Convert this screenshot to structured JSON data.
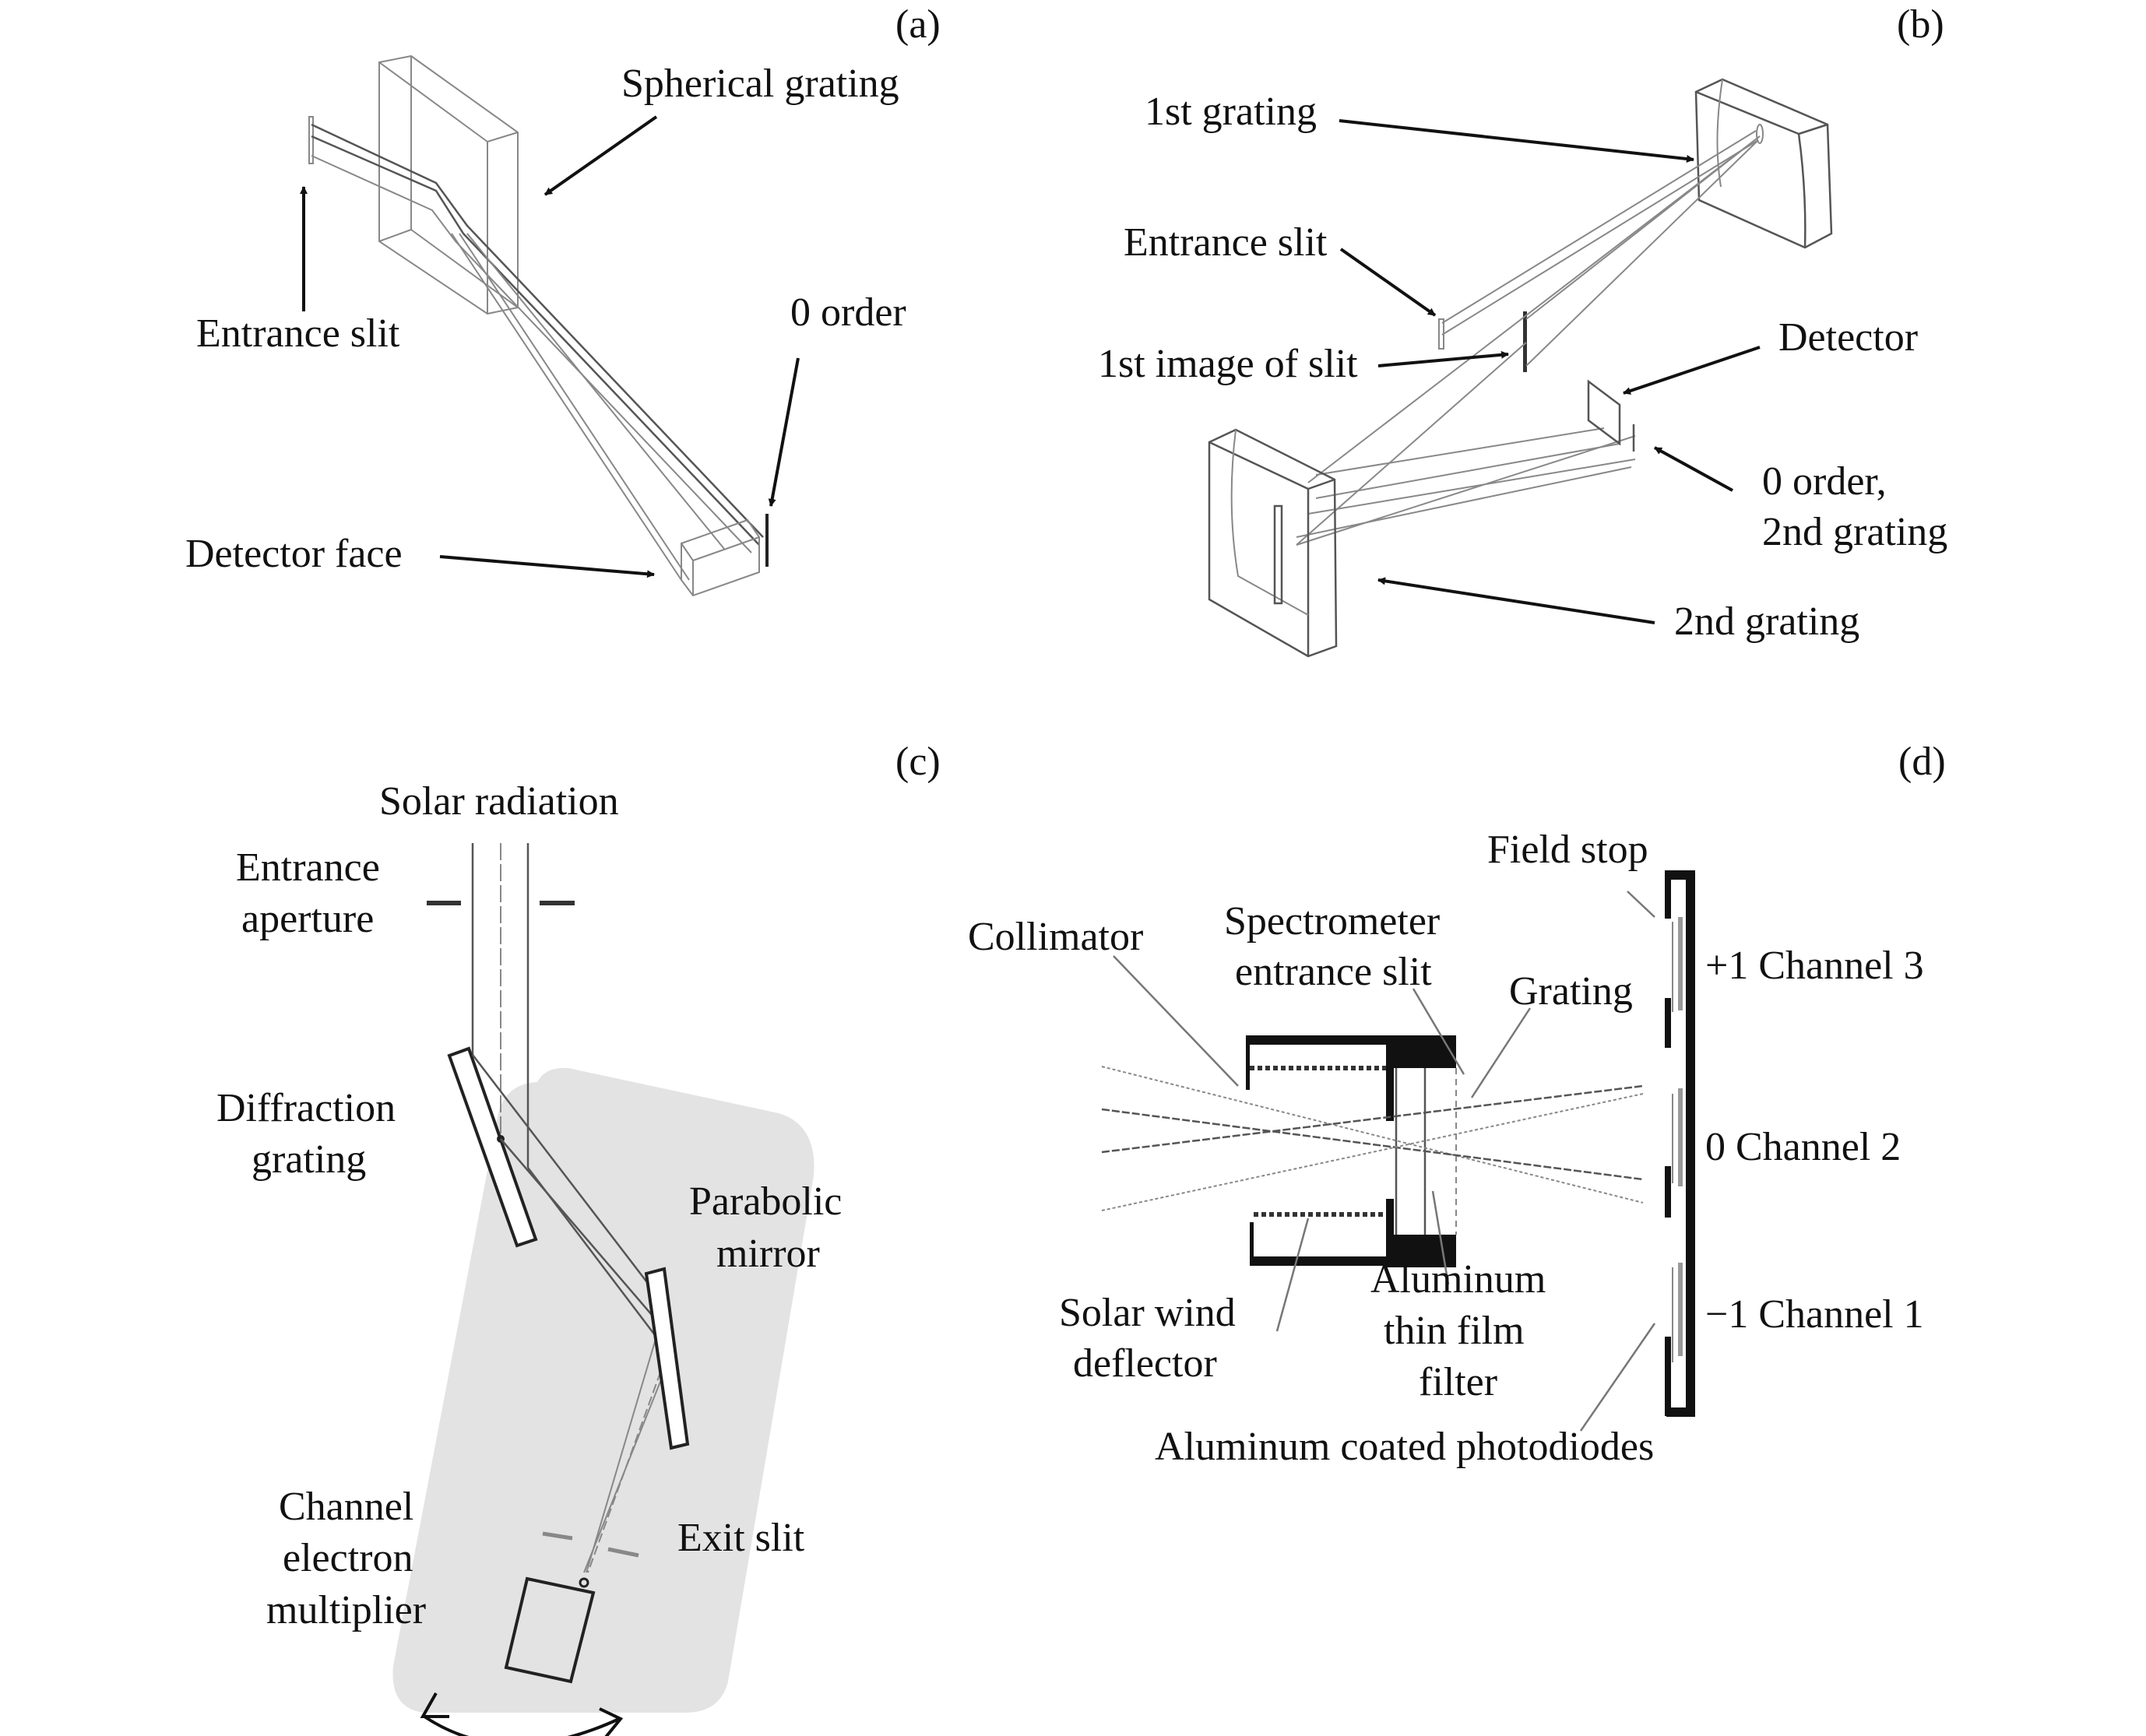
{
  "figure": {
    "panels": [
      {
        "id": "a",
        "tag": "(a)",
        "labels": {
          "spherical_grating": "Spherical grating",
          "entrance_slit": "Entrance slit",
          "zero_order": "0 order",
          "detector_face": "Detector face"
        }
      },
      {
        "id": "b",
        "tag": "(b)",
        "labels": {
          "first_grating": "1st grating",
          "entrance_slit": "Entrance slit",
          "first_image_of_slit": "1st image of slit",
          "detector": "Detector",
          "zero_order_line1": "0 order,",
          "zero_order_line2": "2nd grating",
          "second_grating": "2nd grating"
        }
      },
      {
        "id": "c",
        "tag": "(c)",
        "labels": {
          "solar_radiation": "Solar radiation",
          "entrance_aperture_line1": "Entrance",
          "entrance_aperture_line2": "aperture",
          "diffraction_grating_line1": "Diffraction",
          "diffraction_grating_line2": "grating",
          "parabolic_mirror_line1": "Parabolic",
          "parabolic_mirror_line2": "mirror",
          "exit_slit": "Exit slit",
          "cem_line1": "Channel",
          "cem_line2": "electron",
          "cem_line3": "multiplier"
        }
      },
      {
        "id": "d",
        "tag": "(d)",
        "labels": {
          "field_stop": "Field stop",
          "collimator": "Collimator",
          "spectrometer_slit_line1": "Spectrometer",
          "spectrometer_slit_line2": "entrance slit",
          "grating": "Grating",
          "channel3": "+1 Channel 3",
          "channel2": "0 Channel 2",
          "channel1": "−1 Channel 1",
          "solar_wind_line1": "Solar wind",
          "solar_wind_line2": "deflector",
          "al_filter_line1": "Aluminum",
          "al_filter_line2": "thin film",
          "al_filter_line3": "filter",
          "photodiodes": "Aluminum coated photodiodes"
        }
      }
    ],
    "colors": {
      "shaded_region": "#e3e3e3",
      "ink": "#111111"
    }
  }
}
